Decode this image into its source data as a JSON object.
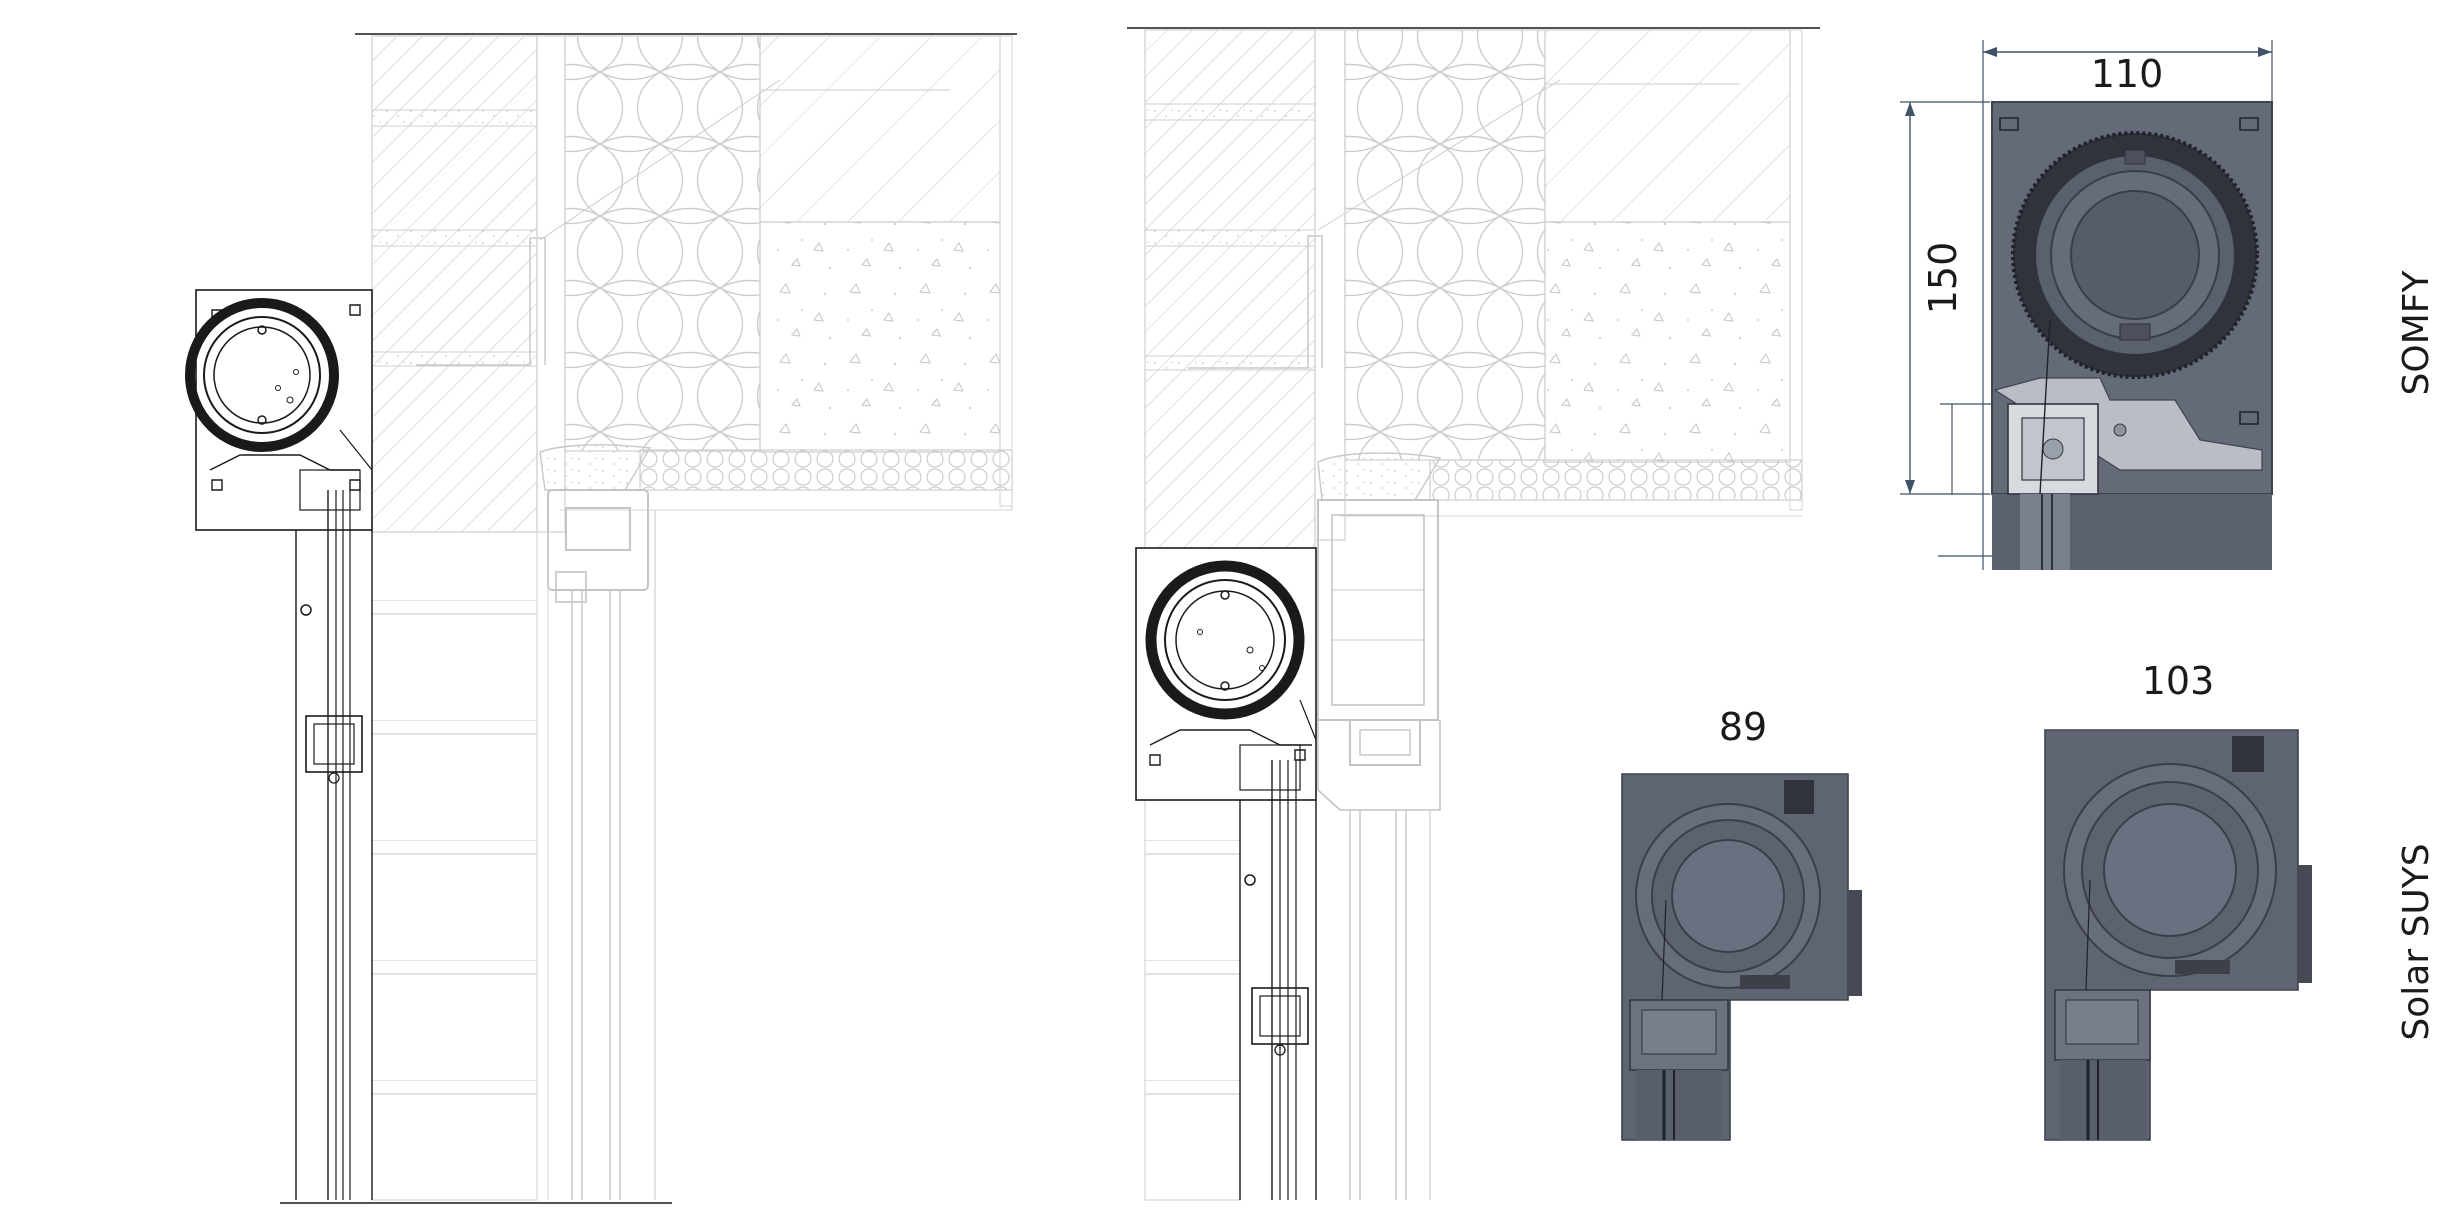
{
  "dimensions": {
    "somfy_width": "110",
    "somfy_height": "150",
    "suys_small_width": "89",
    "suys_large_width": "103"
  },
  "side_labels": {
    "top": "SOMFY",
    "bottom": "Solar SUYS"
  },
  "colors": {
    "line_dark": "#1a1a1a",
    "line_light": "#c8c8c8",
    "dimension": "#3f5266",
    "housing_fill": "#5c6270",
    "housing_dark": "#3e434f"
  }
}
